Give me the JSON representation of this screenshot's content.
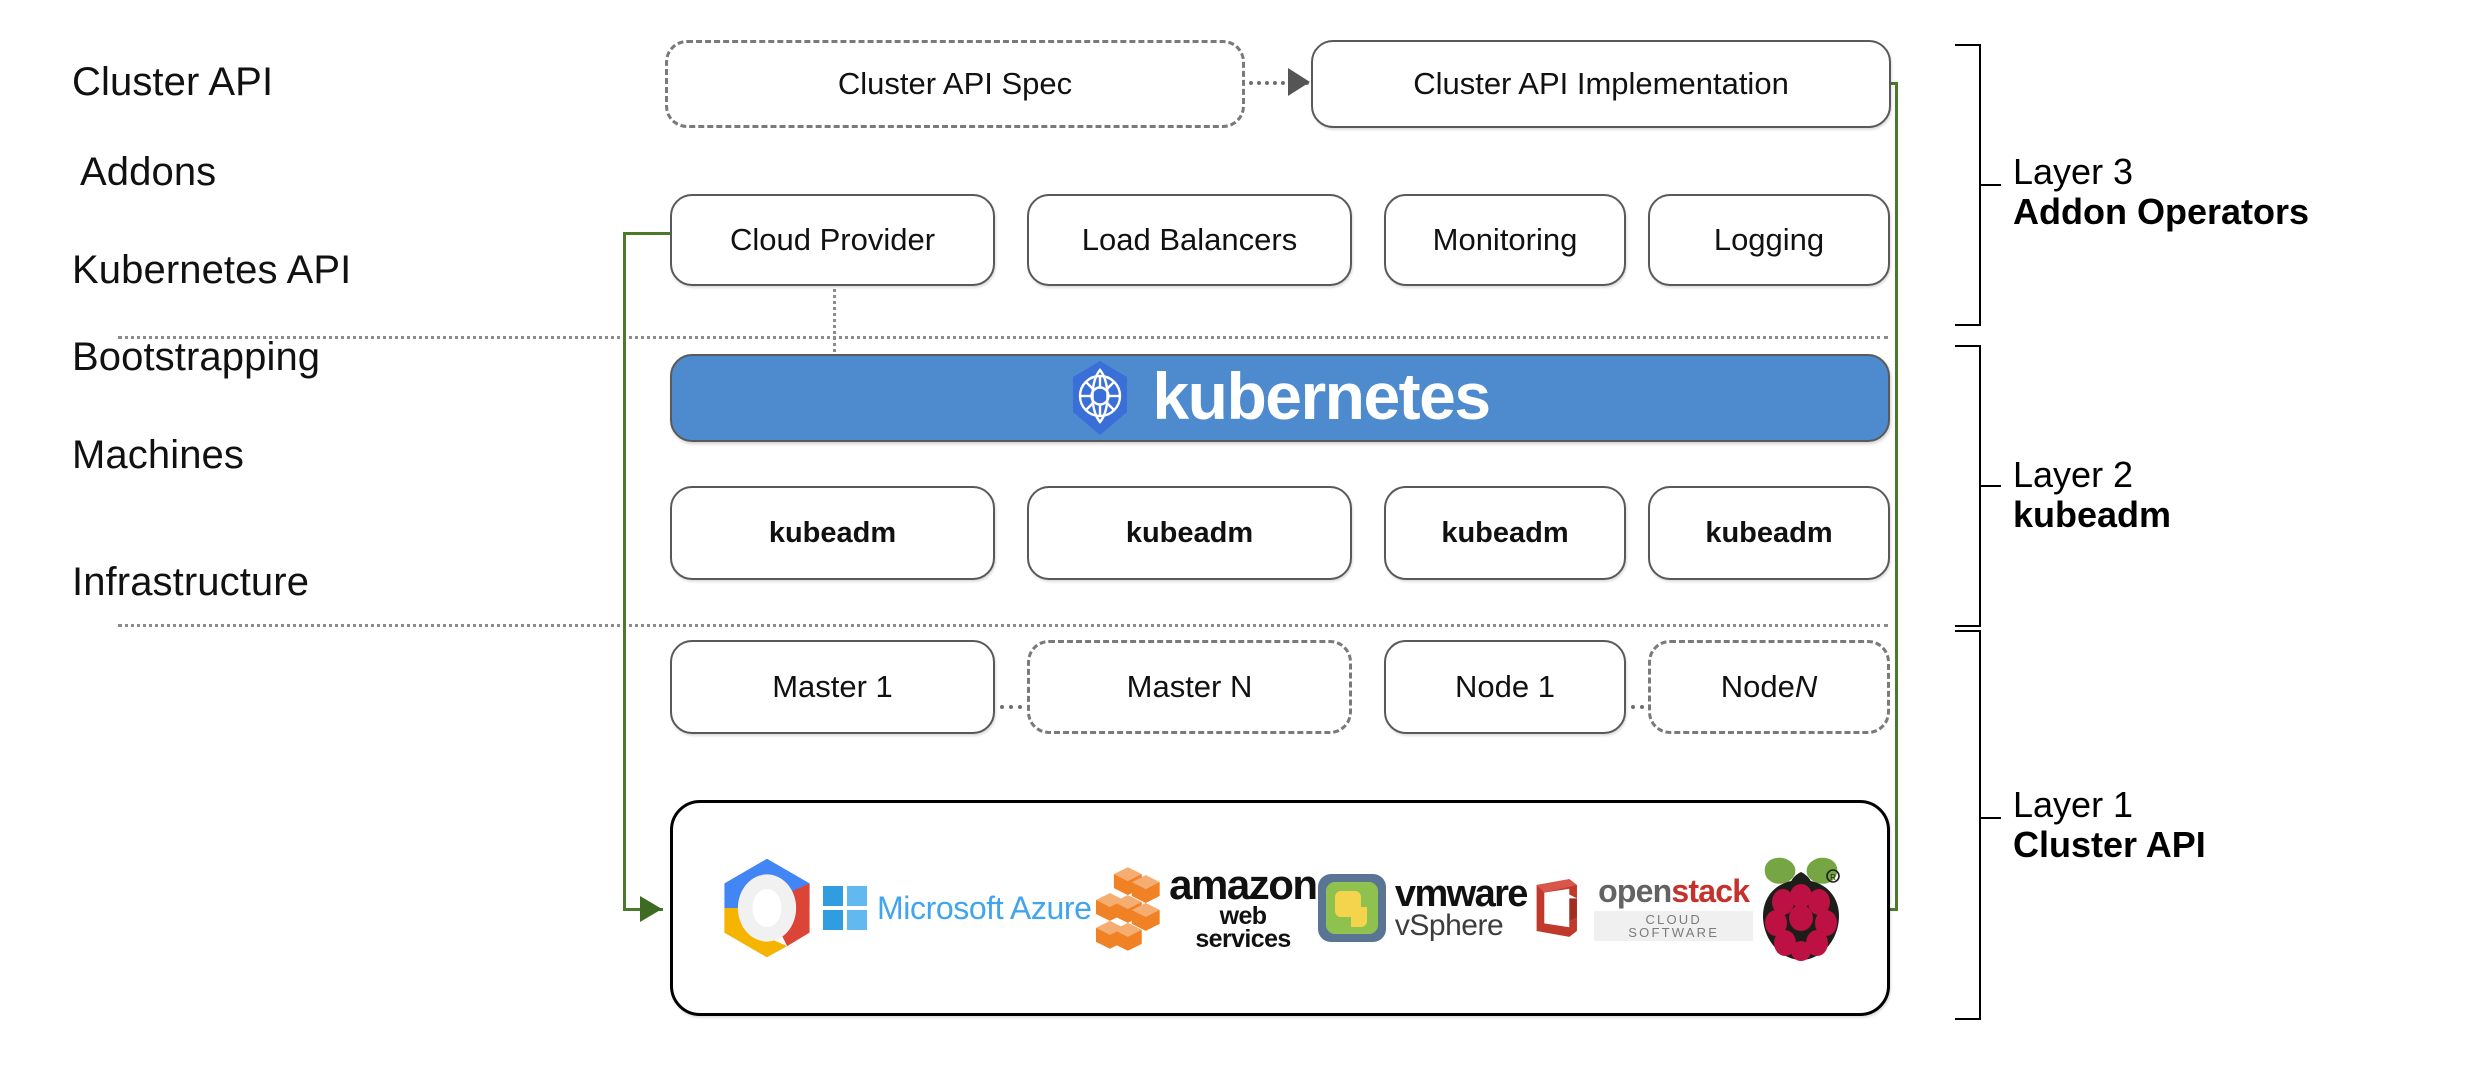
{
  "diagram": {
    "title": "Kubernetes Cluster API layered architecture",
    "accent_green": "#4a7a2a",
    "kubernetes_blue": "#4d8ace"
  },
  "row_labels": [
    {
      "id": "cluster-api",
      "text": "Cluster API"
    },
    {
      "id": "addons",
      "text": "Addons"
    },
    {
      "id": "kubernetes-api",
      "text": "Kubernetes API"
    },
    {
      "id": "bootstrapping",
      "text": "Bootstrapping"
    },
    {
      "id": "machines",
      "text": "Machines"
    },
    {
      "id": "infrastructure",
      "text": "Infrastructure"
    }
  ],
  "cluster_api_row": {
    "spec": {
      "label": "Cluster API Spec",
      "style": "dashed"
    },
    "implementation": {
      "label": "Cluster API Implementation",
      "style": "solid"
    }
  },
  "addons_row": [
    {
      "label": "Cloud Provider"
    },
    {
      "label": "Load Balancers"
    },
    {
      "label": "Monitoring"
    },
    {
      "label": "Logging"
    }
  ],
  "kubernetes_banner": {
    "wordmark": "kubernetes",
    "icon": "kubernetes-helm-wheel-icon"
  },
  "bootstrapping_row": [
    {
      "label": "kubeadm"
    },
    {
      "label": "kubeadm"
    },
    {
      "label": "kubeadm"
    },
    {
      "label": "kubeadm"
    }
  ],
  "machines_row": [
    {
      "label": "Master 1",
      "style": "solid",
      "italic_suffix": ""
    },
    {
      "label": "Master N",
      "style": "dashed",
      "italic_suffix": ""
    },
    {
      "label": "Node 1",
      "style": "solid",
      "italic_suffix": ""
    },
    {
      "label": "Node ",
      "style": "dashed",
      "italic_suffix": "N"
    }
  ],
  "infrastructure_logos": [
    {
      "id": "google-cloud-platform",
      "name": "Google Cloud Platform",
      "wordmark": ""
    },
    {
      "id": "microsoft-azure",
      "name": "Microsoft Azure",
      "wordmark": "Microsoft Azure"
    },
    {
      "id": "amazon-web-services",
      "name": "Amazon Web Services",
      "wordmark_top": "amazon",
      "wordmark_bottom": "web services"
    },
    {
      "id": "vmware-vsphere",
      "name": "VMware vSphere",
      "wordmark_top": "vmware",
      "wordmark_bottom": "vSphere"
    },
    {
      "id": "openstack",
      "name": "OpenStack",
      "wordmark_top_a": "open",
      "wordmark_top_b": "stack",
      "wordmark_bottom": "CLOUD SOFTWARE"
    },
    {
      "id": "raspberry-pi",
      "name": "Raspberry Pi",
      "wordmark": ""
    }
  ],
  "layers": [
    {
      "id": "layer-3",
      "number": "Layer 3",
      "name": "Addon Operators"
    },
    {
      "id": "layer-2",
      "number": "Layer 2",
      "name": "kubeadm"
    },
    {
      "id": "layer-1",
      "number": "Layer 1",
      "name": "Cluster API"
    }
  ]
}
